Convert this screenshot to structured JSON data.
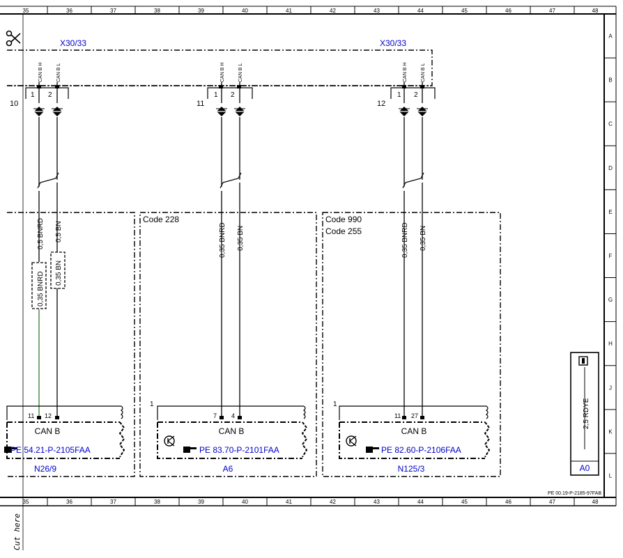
{
  "columns": [
    "35",
    "36",
    "37",
    "38",
    "39",
    "40",
    "41",
    "42",
    "43",
    "44",
    "45",
    "46",
    "47",
    "48"
  ],
  "rows": [
    "A",
    "B",
    "C",
    "D",
    "E",
    "F",
    "G",
    "H",
    "J",
    "K",
    "L"
  ],
  "connectors": [
    {
      "label": "X30/33",
      "pins": [
        {
          "num": "1",
          "sig": "CAN B H"
        },
        {
          "num": "2",
          "sig": "CAN B L"
        }
      ]
    },
    {
      "label": "X30/33",
      "pins": [
        {
          "num": "1",
          "sig": "CAN B H"
        },
        {
          "num": "2",
          "sig": "CAN B L"
        }
      ]
    }
  ],
  "connector_pin_labels": {
    "left_h": "CAN B H",
    "left_l": "CAN B L",
    "mid_h": "CAN B H",
    "mid_l": "CAN B L"
  },
  "connector_ids": [
    "10",
    "11",
    "12"
  ],
  "wires": {
    "left_a": "0,5 BNRD",
    "left_b": "0,5 BN",
    "left_c": "0,35 BNRD",
    "left_d": "0,35 BN",
    "mid_a": "0,35 BNRD",
    "mid_b": "0,35 BN",
    "right_a": "0,35 BNRD",
    "right_b": "0,35 BN"
  },
  "modules": [
    {
      "code": "",
      "pins": [
        "11",
        "12"
      ],
      "bus": "CAN B",
      "ref": "PE 54.21-P-2105FAA",
      "name": "N26/9",
      "side": ""
    },
    {
      "code": "Code 228",
      "pins": [
        "7",
        "4"
      ],
      "bus": "CAN B",
      "ref": "PE 83.70-P-2101FAA",
      "name": "A6",
      "side": "1"
    },
    {
      "code": "Code 990",
      "code2": "Code 255",
      "pins": [
        "11",
        "27"
      ],
      "bus": "CAN B",
      "ref": "PE 82.60-P-2106FAA",
      "name": "N125/3",
      "side": "1"
    }
  ],
  "ground_box": {
    "wire": "2,5 RDYE",
    "name": "A0",
    "icon": "info-icon"
  },
  "footer_ref": "PE 00.19-P-2185-97FAB",
  "cut_label": "Cut here",
  "colors": {
    "line": "#000000",
    "blue_text": "#0000cc",
    "green_wire": "#2e7d32"
  }
}
